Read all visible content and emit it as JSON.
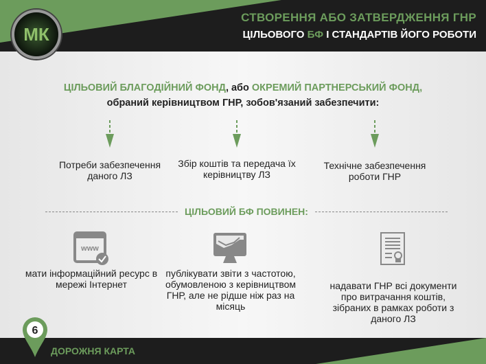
{
  "logo": "МК",
  "header": {
    "line1": "СТВОРЕННЯ АБО ЗАТВЕРДЖЕННЯ ГНР",
    "line2_a": "ЦІЛЬОВОГО ",
    "line2_b": "БФ",
    "line2_c": " І СТАНДАРТІВ ЙОГО РОБОТИ"
  },
  "lead": {
    "g1": "ЦІЛЬОВИЙ БЛАГОДІЙНИЙ ФОНД",
    "mid": ", або ",
    "g2": "ОКРЕМИЙ ПАРТНЕРСЬКИЙ ФОНД",
    "end": ",",
    "line2": "обраний керівництвом ГНР, зобов'язаний забезпечити:"
  },
  "columns": [
    "Потреби забезпечення даного ЛЗ",
    "Збір коштів та передача їх керівництву ЛЗ",
    "Технічне забезпечення роботи ГНР"
  ],
  "separator": "ЦІЛЬОВИЙ БФ ПОВИНЕН:",
  "duties": [
    "мати інформаційний ресурс в мережі Інтернет",
    "публікувати звіти з частотою, обумовленою з керівництвом ГНР, але не рідше ніж раз на місяць",
    "надавати ГНР всі документи про витрачання коштів, зібраних в рамках роботи з даного ЛЗ"
  ],
  "icon_www": "www",
  "footer": {
    "number": "6",
    "title": "ДОРОЖНЯ КАРТА"
  },
  "colors": {
    "green": "#6c9c5c",
    "dark": "#1d1d1d"
  }
}
